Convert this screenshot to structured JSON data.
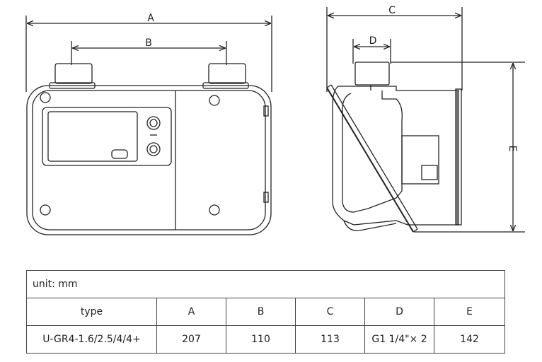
{
  "dimension_labels": {
    "A": "A",
    "B": "B",
    "C": "C",
    "D": "D",
    "E": "E"
  },
  "table": {
    "unit_label": "unit: mm",
    "headers": [
      "type",
      "A",
      "B",
      "C",
      "D",
      "E"
    ],
    "row": [
      "U-GR4-1.6/2.5/4/4+",
      "207",
      "110",
      "113",
      "G1 1/4\"× 2",
      "142"
    ]
  }
}
